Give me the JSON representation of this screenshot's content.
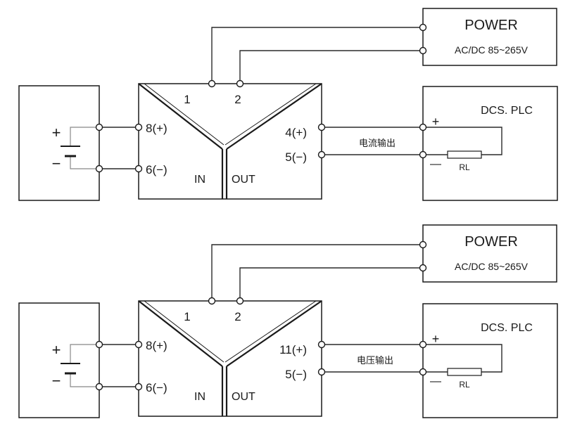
{
  "panels": [
    {
      "power": {
        "title": "POWER",
        "spec": "AC/DC 85~265V"
      },
      "plc": {
        "title": "DCS. PLC",
        "plus": "+",
        "minus": "—",
        "load": "RL"
      },
      "module": {
        "pin1": "1",
        "pin2": "2",
        "in_plus": "8(+)",
        "in_minus": "6(−)",
        "out_plus": "4(+)",
        "out_minus": "5(−)",
        "in_label": "IN",
        "out_label": "OUT"
      },
      "source": {
        "plus": "+",
        "minus": "−"
      },
      "output_label": "电流输出"
    },
    {
      "power": {
        "title": "POWER",
        "spec": "AC/DC 85~265V"
      },
      "plc": {
        "title": "DCS. PLC",
        "plus": "+",
        "minus": "—",
        "load": "RL"
      },
      "module": {
        "pin1": "1",
        "pin2": "2",
        "in_plus": "8(+)",
        "in_minus": "6(−)",
        "out_plus": "11(+)",
        "out_minus": "5(−)",
        "in_label": "IN",
        "out_label": "OUT"
      },
      "source": {
        "plus": "+",
        "minus": "−"
      },
      "output_label": "电压输出"
    }
  ]
}
